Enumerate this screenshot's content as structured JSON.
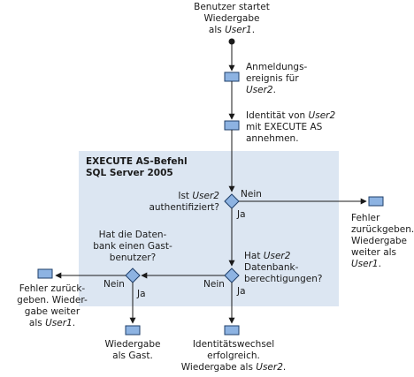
{
  "colors": {
    "region_fill": "#dce6f2",
    "node_fill": "#8db3e2",
    "node_stroke": "#1f3f6a",
    "line": "#1a1a1a"
  },
  "region": {
    "title_line1": "EXECUTE AS-Befehl",
    "title_line2": "SQL Server 2005"
  },
  "start": {
    "line1": "Benutzer startet",
    "line2": "Wiedergabe",
    "line3_prefix": "als ",
    "line3_user": "User1",
    "line3_suffix": "."
  },
  "login_event": {
    "line1": "Anmeldungs-",
    "line2": "ereignis für",
    "line3_user": "User2",
    "line3_suffix": "."
  },
  "impersonate": {
    "line1_prefix": "Identität von ",
    "line1_user": "User2",
    "line2": "mit EXECUTE AS",
    "line3": "annehmen."
  },
  "decision_auth": {
    "line1_prefix": "Ist ",
    "line1_user": "User2",
    "line2": "authentifiziert?",
    "no": "Nein",
    "yes": "Ja"
  },
  "error_right": {
    "line1": "Fehler",
    "line2": "zurückgeben.",
    "line3": "Wiedergabe",
    "line4": "weiter als",
    "line5_user": "User1",
    "line5_suffix": "."
  },
  "decision_perm": {
    "line1_prefix": "Hat ",
    "line1_user": "User2",
    "line2": "Datenbank-",
    "line3": "berechtigungen?",
    "no": "Nein",
    "yes": "Ja"
  },
  "decision_guest": {
    "line1": "Hat die Daten-",
    "line2": "bank einen Gast-",
    "line3": "benutzer?",
    "no": "Nein",
    "yes": "Ja"
  },
  "error_left": {
    "line1": "Fehler zurück-",
    "line2": "geben. Wieder-",
    "line3": "gabe weiter",
    "line4_prefix": "als ",
    "line4_user": "User1",
    "line4_suffix": "."
  },
  "guest_result": {
    "line1": "Wiedergabe",
    "line2": "als Gast."
  },
  "success_result": {
    "line1": "Identitätswechsel",
    "line2": "erfolgreich.",
    "line3_prefix": "Wiedergabe als ",
    "line3_user": "User2",
    "line3_suffix": "."
  }
}
